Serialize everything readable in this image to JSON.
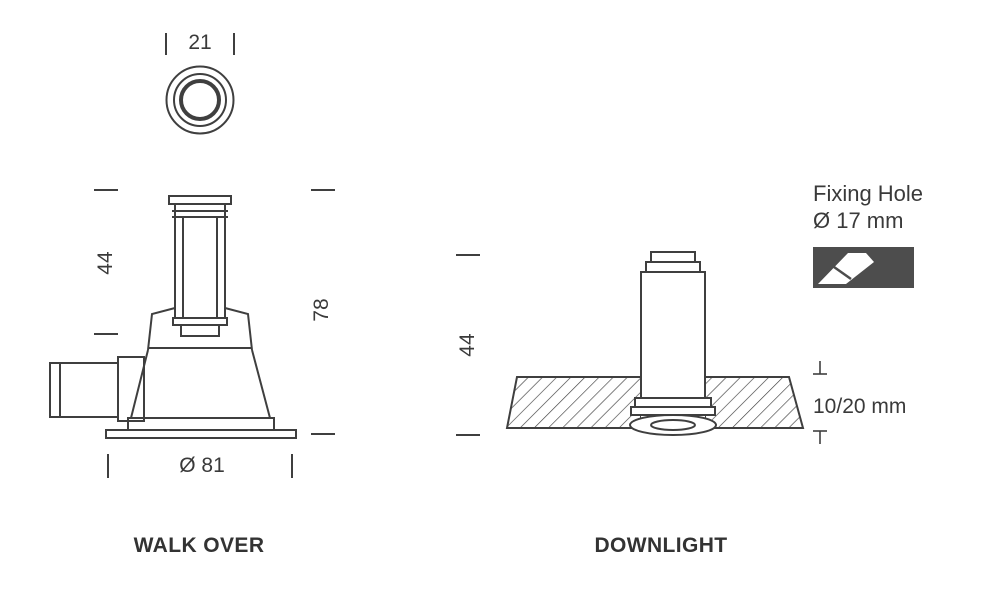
{
  "diagram": {
    "walk_over": {
      "title": "WALK OVER",
      "dim_top_width": "21",
      "dim_height_44": "44",
      "dim_height_78": "78",
      "dim_base_diameter": "Ø 81"
    },
    "downlight": {
      "title": "DOWNLIGHT",
      "dim_height_44": "44",
      "dim_panel_thickness": "10/20 mm",
      "fixing_hole_line1": "Fixing Hole",
      "fixing_hole_line2": "Ø 17 mm"
    },
    "colors": {
      "line": "#3f3f3f",
      "text": "#3a3a3a",
      "icon_fill": "#4d4d4d",
      "background": "#ffffff"
    }
  }
}
